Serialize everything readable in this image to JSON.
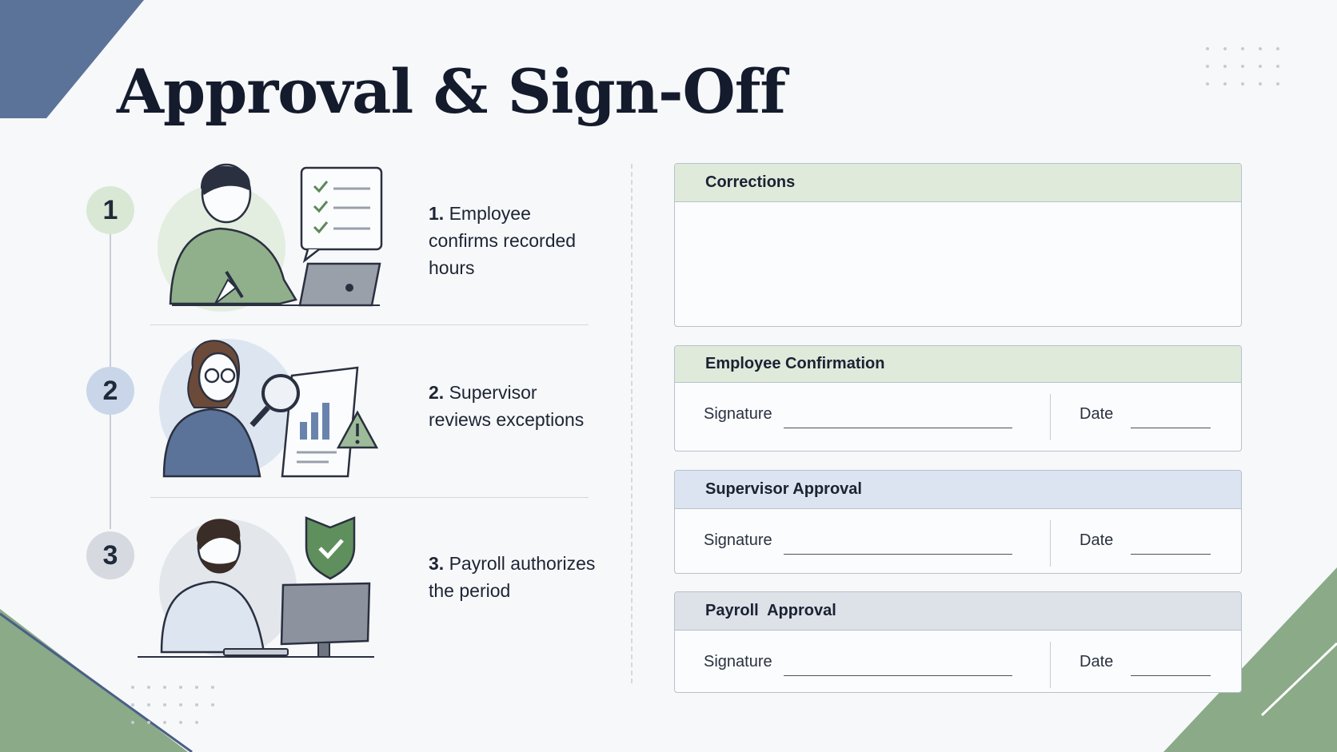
{
  "title": "Approval & Sign-Off",
  "steps": [
    {
      "badge": "1",
      "num": "1.",
      "text": "Employee confirms recorded hours"
    },
    {
      "badge": "2",
      "num": "2.",
      "text": "Supervisor reviews exceptions"
    },
    {
      "badge": "3",
      "num": "3.",
      "text": "Payroll authorizes the period"
    }
  ],
  "panels": {
    "corrections": {
      "title": "Corrections"
    },
    "employee": {
      "title": "Employee Confirmation",
      "signature": "Signature",
      "date": "Date"
    },
    "supervisor": {
      "title": "Supervisor Approval",
      "signature": "Signature",
      "date": "Date"
    },
    "payroll": {
      "title": "Payroll  Approval",
      "signature": "Signature",
      "date": "Date"
    }
  },
  "colors": {
    "green": "#dfeadb",
    "blue": "#dbe4f0",
    "gray": "#dde1e8",
    "accent_blue": "#5b7399",
    "accent_green": "#8aaa88"
  },
  "icons": [
    "checklist-icon",
    "laptop-icon",
    "magnifier-icon",
    "bar-chart-icon",
    "warning-icon",
    "shield-check-icon",
    "monitor-icon"
  ]
}
